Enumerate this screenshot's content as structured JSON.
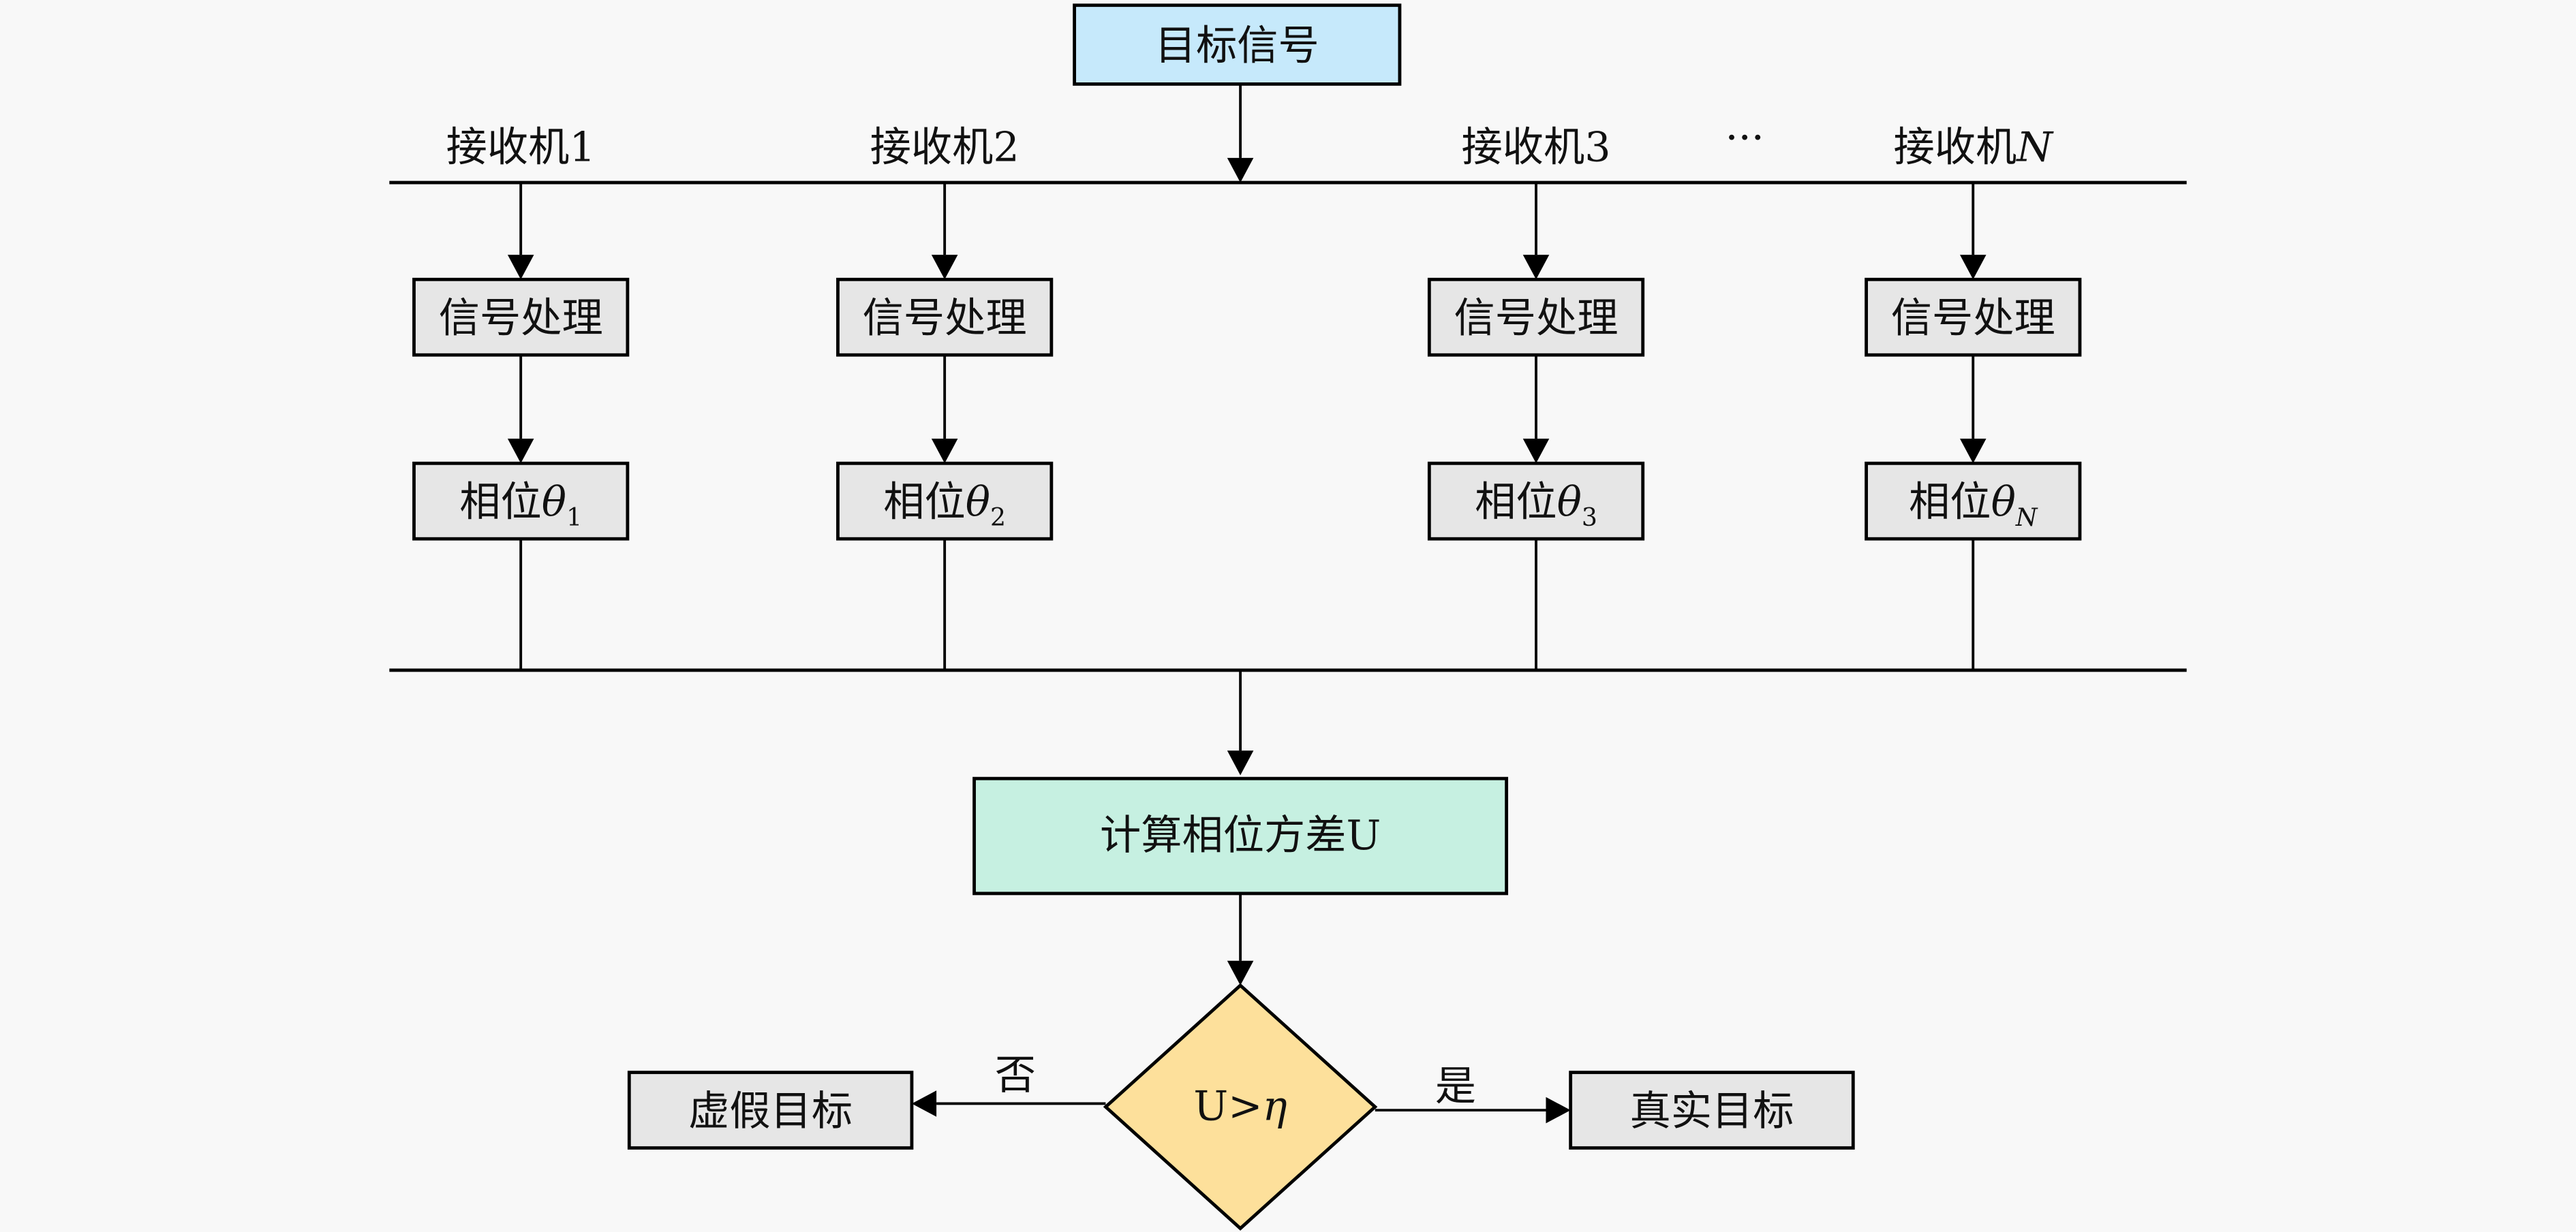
{
  "title": "目标信号",
  "colors": {
    "background": "#f8f8f8",
    "source_fill": "#c6e9fb",
    "process_fill": "#e6e6e6",
    "compute_fill": "#c6f0e1",
    "decision_fill": "#fde09b",
    "stroke": "#000000"
  },
  "source": {
    "label": "目标信号"
  },
  "ellipsis": "···",
  "receivers": [
    {
      "name": "接收机",
      "index": "1",
      "index_italic": false,
      "process": "信号处理",
      "phase_prefix": "相位",
      "phase_symbol": "θ",
      "phase_sub": "1"
    },
    {
      "name": "接收机",
      "index": "2",
      "index_italic": false,
      "process": "信号处理",
      "phase_prefix": "相位",
      "phase_symbol": "θ",
      "phase_sub": "2"
    },
    {
      "name": "接收机",
      "index": "3",
      "index_italic": false,
      "process": "信号处理",
      "phase_prefix": "相位",
      "phase_symbol": "θ",
      "phase_sub": "3"
    },
    {
      "name": "接收机",
      "index": "N",
      "index_italic": true,
      "process": "信号处理",
      "phase_prefix": "相位",
      "phase_symbol": "θ",
      "phase_sub": "N"
    }
  ],
  "compute": {
    "label": "计算相位方差U"
  },
  "decision": {
    "label_left": "U",
    "label_op": ">",
    "label_sym": "η"
  },
  "branches": {
    "no": {
      "edge_label": "否",
      "target": "虚假目标"
    },
    "yes": {
      "edge_label": "是",
      "target": "真实目标"
    }
  }
}
